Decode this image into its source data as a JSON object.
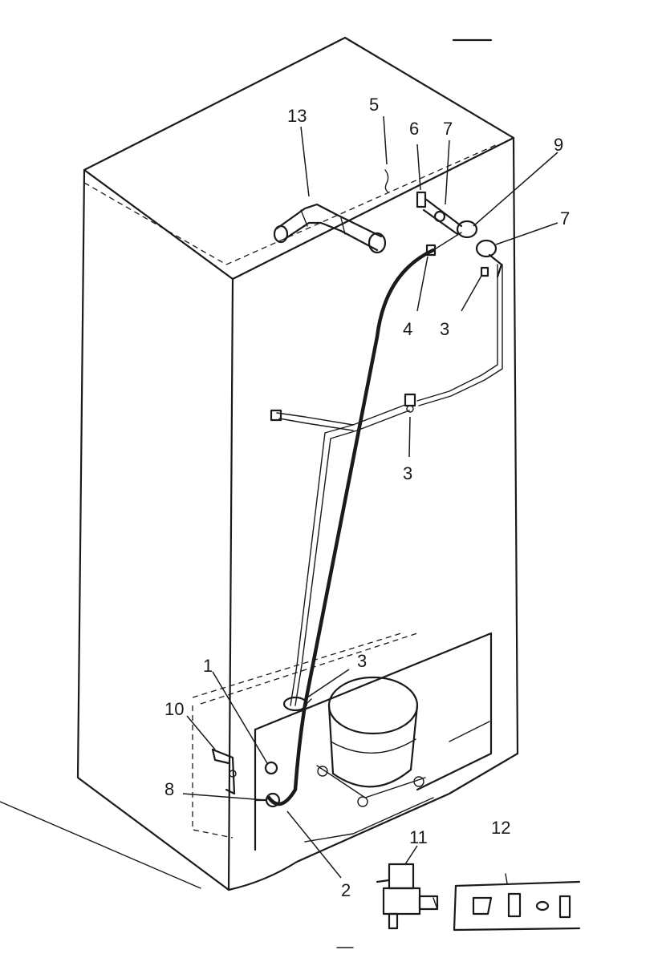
{
  "labels": {
    "p1": "1",
    "p2": "2",
    "p3a": "3",
    "p3b": "3",
    "p3c": "3",
    "p4": "4",
    "p5": "5",
    "p6": "6",
    "p7a": "7",
    "p7b": "7",
    "p8": "8",
    "p9": "9",
    "p10": "10",
    "p11": "11",
    "p12": "12",
    "p13": "13"
  }
}
